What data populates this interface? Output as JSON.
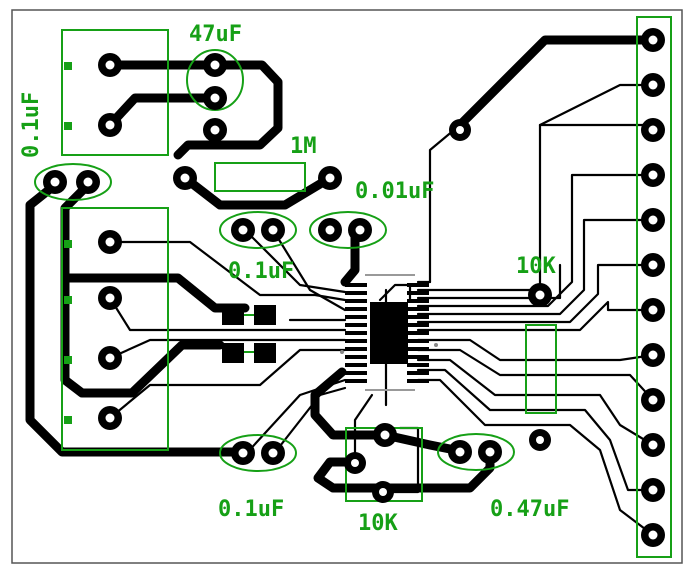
{
  "board": {
    "background": "#ffffff",
    "outline_color": "#555555",
    "trace_color": "#000000",
    "silkscreen_color": "#16a016"
  },
  "labels": {
    "c_47uf": "47uF",
    "c_01uf_left": "0.1uF",
    "r_1m": "1M",
    "c_001uf": "0.01uF",
    "c_01uf_mid": "0.1uF",
    "r_10k_right": "10K",
    "c_01uf_bottom": "0.1uF",
    "r_10k_bottom": "10K",
    "c_047uf": "0.47uF"
  }
}
